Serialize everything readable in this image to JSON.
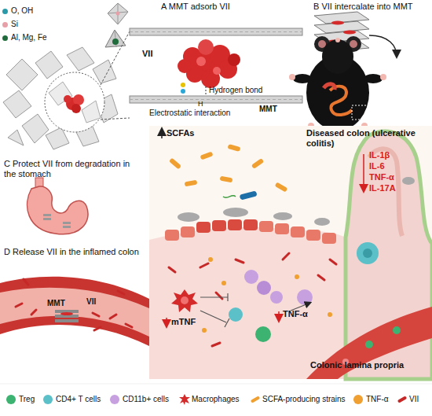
{
  "diagram": {
    "nodes": [
      {
        "text": [
          "A MMT adsorb VII"
        ]
      },
      {
        "text": [
          "B VII intercalate into MMT"
        ]
      },
      {
        "text": [
          "C Protect VII from degradation in the stomach"
        ]
      },
      {
        "text": [
          "D Release VII in the inflamed colon"
        ]
      },
      {
        "text": [
          "Diseased colon (ulcerative colitis)",
          "Colonic lamina propria"
        ]
      }
    ],
    "labels": [
      "VII",
      "H",
      "Hydrogen bond",
      "Electrostatic interaction",
      "MMT",
      "MMT",
      "VII",
      "SCFAs",
      "IL-1β",
      "IL-6",
      "TNF-α",
      "IL-17A",
      "mTNF",
      "TNF-α"
    ],
    "legend": [
      {
        "text": "O, OH",
        "color": "#2a9aa8"
      },
      {
        "text": "Si",
        "color": "#e8a0a8"
      },
      {
        "text": "Al, Mg, Fe",
        "color": "#1f6b3b"
      },
      {
        "text": "Treg",
        "color": "#3cb371"
      },
      {
        "text": "CD4+ T cells",
        "color": "#5bc0c8"
      },
      {
        "text": "CD11b+ cells",
        "color": "#c7a0e0"
      },
      {
        "text": "Macrophages"
      },
      {
        "text": "SCFA-producing strains"
      },
      {
        "text": "TNF-α",
        "color": "#f0a030"
      },
      {
        "text": "VII"
      }
    ]
  }
}
